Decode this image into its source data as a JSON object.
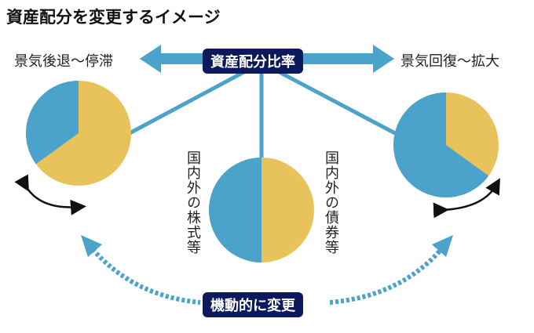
{
  "title": "資産配分を変更するイメージ",
  "left_label": "景気後退～停滞",
  "right_label": "景気回復～拡大",
  "center_box": "資産配分比率",
  "bottom_box": "機動的に変更",
  "stocks_label": "国内外の株式等",
  "bonds_label": "国内外の債券等",
  "colors": {
    "stocks": "#4ba3cb",
    "bonds": "#e8c35b",
    "box": "#0c1a5c"
  },
  "allocation": {
    "recession": {
      "stocks": 0.35,
      "bonds": 0.65
    },
    "neutral": {
      "stocks": 0.5,
      "bonds": 0.5
    },
    "expansion": {
      "stocks": 0.65,
      "bonds": 0.35
    }
  }
}
